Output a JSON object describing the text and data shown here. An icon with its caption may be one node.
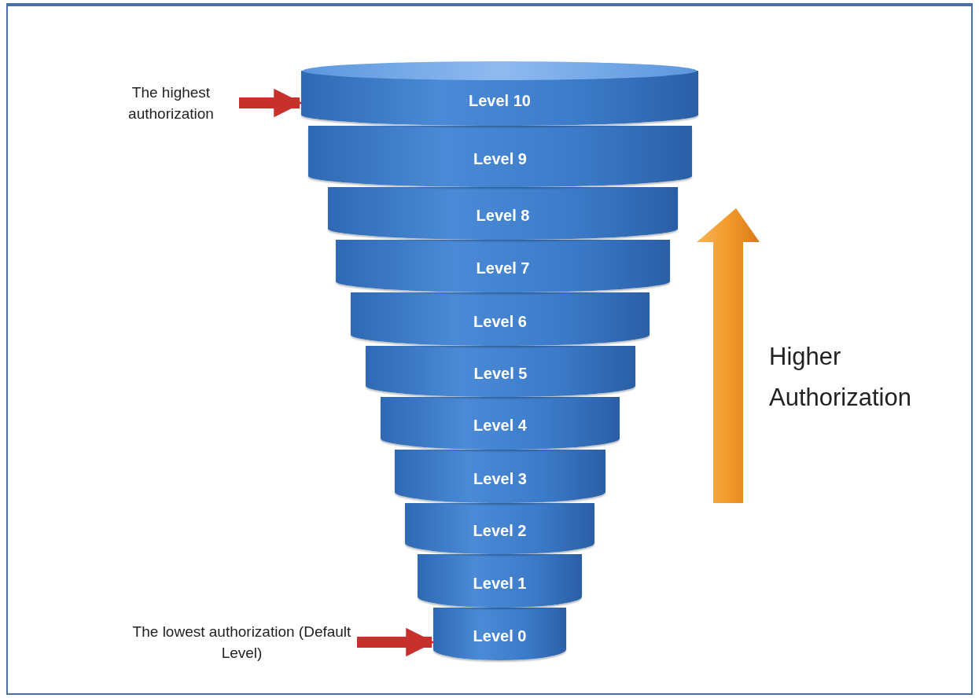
{
  "diagram": {
    "nodes": [
      {
        "text": [
          "The highest authorization"
        ]
      },
      {
        "text": [
          "Level 10"
        ]
      },
      {
        "text": [
          "Level 9"
        ]
      },
      {
        "text": [
          "Level 8"
        ]
      },
      {
        "text": [
          "Level 7"
        ]
      },
      {
        "text": [
          "Level 6"
        ]
      },
      {
        "text": [
          "Level 5"
        ]
      },
      {
        "text": [
          "Level 4"
        ]
      },
      {
        "text": [
          "Level 3"
        ]
      },
      {
        "text": [
          "Level 2"
        ]
      },
      {
        "text": [
          "Level 1"
        ]
      },
      {
        "text": [
          "Level 0"
        ]
      },
      {
        "text": [
          "The lowest authorization (Default Level)"
        ]
      }
    ],
    "edges": [
      {
        "from": 0,
        "to": 1,
        "arrow": "to"
      },
      {
        "from": 12,
        "to": 11,
        "arrow": "to"
      }
    ],
    "labels": [
      "Higher Authorization"
    ]
  }
}
